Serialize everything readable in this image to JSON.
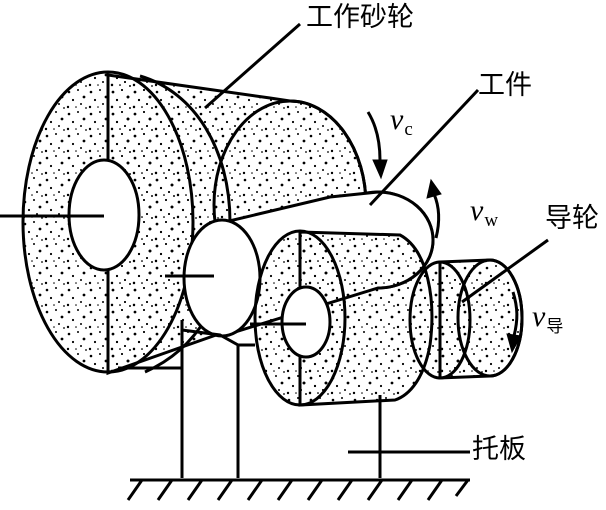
{
  "labels": {
    "grinding_wheel": "工作砂轮",
    "workpiece": "工件",
    "guide_wheel": "导轮",
    "support_plate": "托板"
  },
  "velocities": {
    "vc": {
      "symbol": "v",
      "sub": "c"
    },
    "vw": {
      "symbol": "v",
      "sub": "w"
    },
    "vguide": {
      "symbol": "v",
      "sub": "导"
    }
  },
  "colors": {
    "ink": "#000000",
    "paper": "#ffffff"
  }
}
